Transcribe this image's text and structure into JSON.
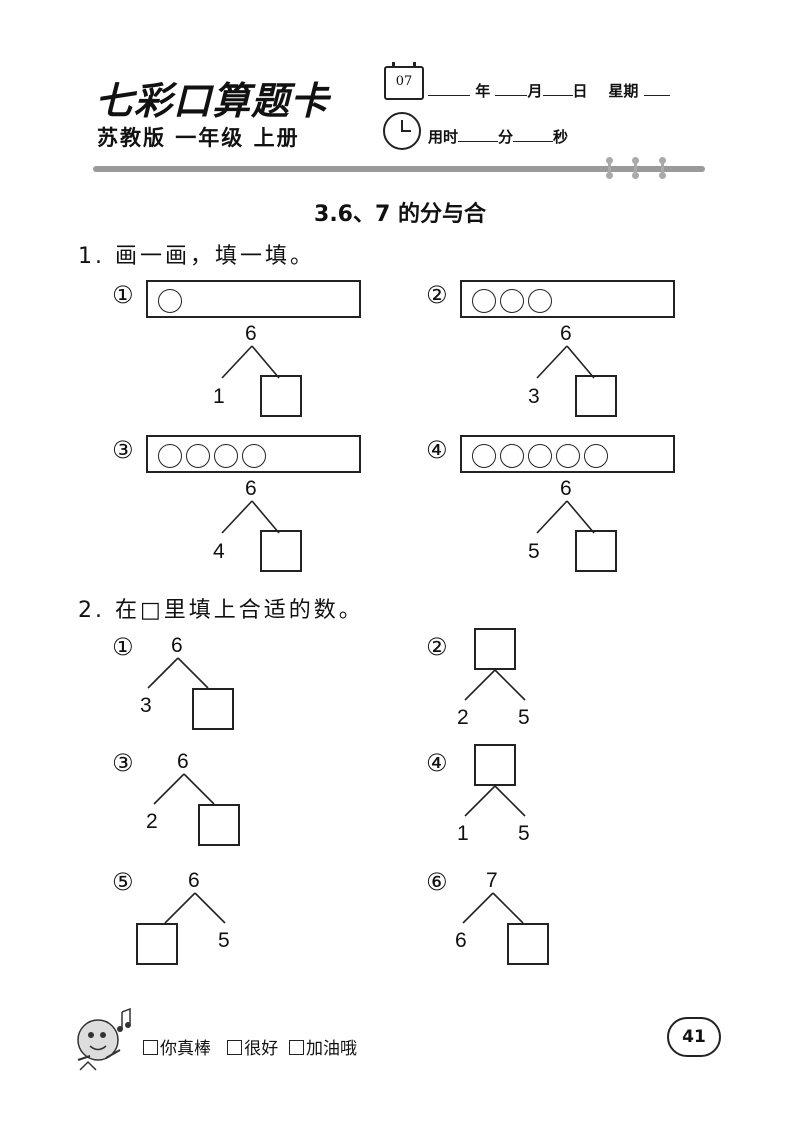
{
  "header": {
    "brand": "七彩口算题卡",
    "edition": "苏教版  一年级  上册",
    "calendar_day": "07",
    "date_labels": {
      "year": "年",
      "month": "月",
      "day": "日",
      "weekday": "星期"
    },
    "time_labels": {
      "used": "用时",
      "minute": "分",
      "second": "秒"
    }
  },
  "title": "3.6、7 的分与合",
  "q1": {
    "heading": "1. 画一画，填一填。",
    "items": [
      {
        "marker": "①",
        "circles": 1,
        "total": "6",
        "part": "1"
      },
      {
        "marker": "②",
        "circles": 3,
        "total": "6",
        "part": "3"
      },
      {
        "marker": "③",
        "circles": 4,
        "total": "6",
        "part": "4"
      },
      {
        "marker": "④",
        "circles": 5,
        "total": "6",
        "part": "5"
      }
    ]
  },
  "q2": {
    "heading": "2. 在□里填上合适的数。",
    "items": [
      {
        "marker": "①",
        "top": "6",
        "left": "3",
        "right": ""
      },
      {
        "marker": "②",
        "top": "",
        "left": "2",
        "right": "5"
      },
      {
        "marker": "③",
        "top": "6",
        "left": "2",
        "right": ""
      },
      {
        "marker": "④",
        "top": "",
        "left": "1",
        "right": "5"
      },
      {
        "marker": "⑤",
        "top": "6",
        "left": "",
        "right": "5"
      },
      {
        "marker": "⑥",
        "top": "7",
        "left": "6",
        "right": ""
      }
    ]
  },
  "footer": {
    "ratings": [
      "你真棒",
      "很好",
      "加油哦"
    ],
    "page_number": "41"
  }
}
